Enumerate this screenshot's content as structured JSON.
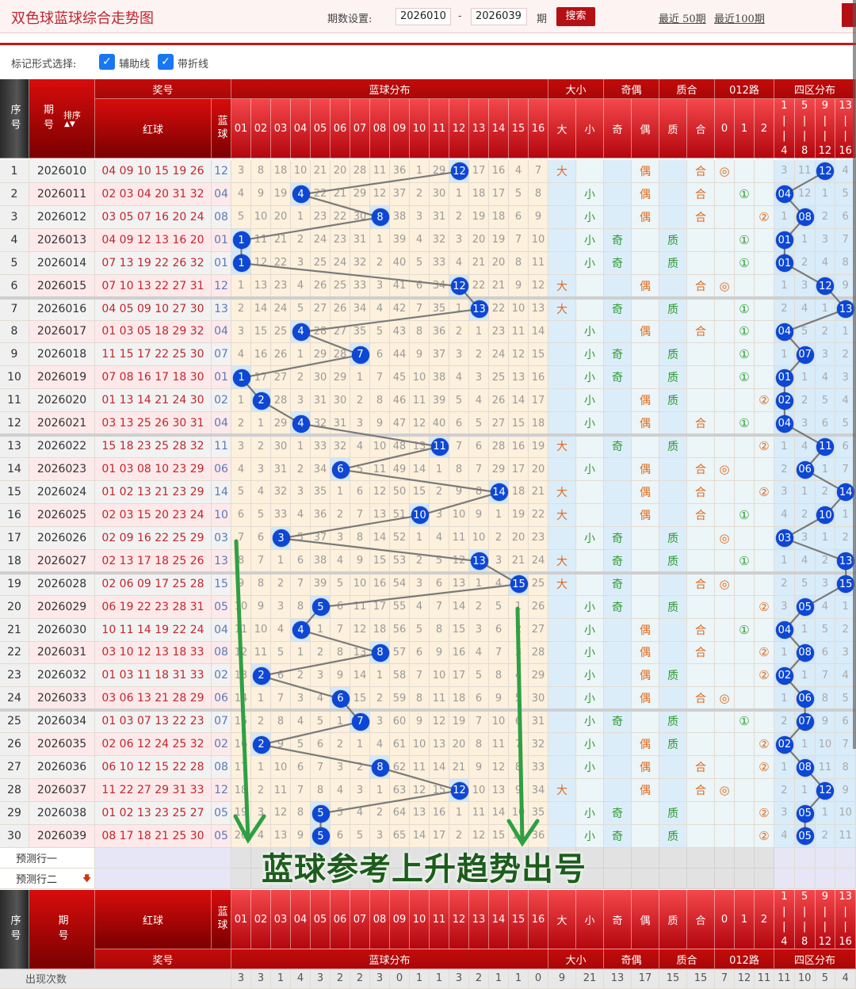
{
  "app": {
    "title": "双色球蓝球综合走势图"
  },
  "toolbar": {
    "period_label": "期数设置:",
    "from": "2026010",
    "dash": "-",
    "to": "2026039",
    "unit": "期",
    "search": "搜索",
    "recent50": "最近 50期",
    "recent100": "最近100期"
  },
  "options": {
    "label": "标记形式选择:",
    "aux_line": "辅助线",
    "fold_line": "带折线",
    "aux_checked": true,
    "fold_checked": true
  },
  "header": {
    "seq": "序号",
    "period": "期号",
    "sort": "排序",
    "prize": "奖号",
    "red": "红球",
    "blue": "蓝球",
    "blue_dist": "蓝球分布",
    "size": "大小",
    "parity": "奇偶",
    "prime": "质合",
    "road": "012路",
    "zones": "四区分布",
    "blue_cols": [
      "01",
      "02",
      "03",
      "04",
      "05",
      "06",
      "07",
      "08",
      "09",
      "10",
      "11",
      "12",
      "13",
      "14",
      "15",
      "16"
    ],
    "attr_cols": [
      "大",
      "小",
      "奇",
      "偶",
      "质",
      "合"
    ],
    "road_cols": [
      "0",
      "1",
      "2"
    ],
    "zone_cols": [
      [
        "1",
        "4"
      ],
      [
        "5",
        "8"
      ],
      [
        "9",
        "12"
      ],
      [
        "13",
        "16"
      ]
    ]
  },
  "colors": {
    "ball": "#0d47d6",
    "big": "#e06a1a",
    "small": "#2e9a2e",
    "header_red": "#c40a0a",
    "arrow": "#2ea043",
    "overlay_text": "#1d5c1d"
  },
  "rows": [
    {
      "n": "1",
      "p": "2026010",
      "r": "04 09 10 15 19 26",
      "b": "12",
      "o": [
        3,
        8,
        18,
        10,
        21,
        20,
        28,
        11,
        36,
        1,
        29,
        null,
        17,
        16,
        4,
        7
      ],
      "z": [
        3,
        11,
        null,
        4
      ],
      "s": "大",
      "oe": "偶",
      "pc": "合",
      "rd": "◎"
    },
    {
      "n": "2",
      "p": "2026011",
      "r": "02 03 04 20 31 32",
      "b": "04",
      "o": [
        4,
        9,
        19,
        null,
        22,
        21,
        29,
        12,
        37,
        2,
        30,
        1,
        18,
        17,
        5,
        8
      ],
      "z": [
        null,
        12,
        1,
        5
      ],
      "s": "小",
      "oe": "偶",
      "pc": "合",
      "rd": "①"
    },
    {
      "n": "3",
      "p": "2026012",
      "r": "03 05 07 16 20 24",
      "b": "08",
      "o": [
        5,
        10,
        20,
        1,
        23,
        22,
        30,
        null,
        38,
        3,
        31,
        2,
        19,
        18,
        6,
        9
      ],
      "z": [
        1,
        null,
        2,
        6
      ],
      "s": "小",
      "oe": "偶",
      "pc": "合",
      "rd": "②"
    },
    {
      "n": "4",
      "p": "2026013",
      "r": "04 09 12 13 16 20",
      "b": "01",
      "o": [
        null,
        11,
        21,
        2,
        24,
        23,
        31,
        1,
        39,
        4,
        32,
        3,
        20,
        19,
        7,
        10
      ],
      "z": [
        null,
        1,
        3,
        7
      ],
      "s": "小",
      "oe": "奇",
      "pc": "质",
      "rd": "①"
    },
    {
      "n": "5",
      "p": "2026014",
      "r": "07 13 19 22 26 32",
      "b": "01",
      "o": [
        null,
        12,
        22,
        3,
        25,
        24,
        32,
        2,
        40,
        5,
        33,
        4,
        21,
        20,
        8,
        11
      ],
      "z": [
        null,
        2,
        4,
        8
      ],
      "s": "小",
      "oe": "奇",
      "pc": "质",
      "rd": "①"
    },
    {
      "n": "6",
      "p": "2026015",
      "r": "07 10 13 22 27 31",
      "b": "12",
      "o": [
        1,
        13,
        23,
        4,
        26,
        25,
        33,
        3,
        41,
        6,
        34,
        null,
        22,
        21,
        9,
        12
      ],
      "z": [
        1,
        3,
        null,
        9
      ],
      "s": "大",
      "oe": "偶",
      "pc": "合",
      "rd": "◎"
    },
    {
      "n": "7",
      "p": "2026016",
      "r": "04 05 09 10 27 30",
      "b": "13",
      "o": [
        2,
        14,
        24,
        5,
        27,
        26,
        34,
        4,
        42,
        7,
        35,
        1,
        null,
        22,
        10,
        13
      ],
      "z": [
        2,
        4,
        1,
        null
      ],
      "s": "大",
      "oe": "奇",
      "pc": "质",
      "rd": "①"
    },
    {
      "n": "8",
      "p": "2026017",
      "r": "01 03 05 18 29 32",
      "b": "04",
      "o": [
        3,
        15,
        25,
        null,
        28,
        27,
        35,
        5,
        43,
        8,
        36,
        2,
        1,
        23,
        11,
        14
      ],
      "z": [
        null,
        5,
        2,
        1
      ],
      "s": "小",
      "oe": "偶",
      "pc": "合",
      "rd": "①"
    },
    {
      "n": "9",
      "p": "2026018",
      "r": "11 15 17 22 25 30",
      "b": "07",
      "o": [
        4,
        16,
        26,
        1,
        29,
        28,
        null,
        6,
        44,
        9,
        37,
        3,
        2,
        24,
        12,
        15
      ],
      "z": [
        1,
        null,
        3,
        2
      ],
      "s": "小",
      "oe": "奇",
      "pc": "质",
      "rd": "①"
    },
    {
      "n": "10",
      "p": "2026019",
      "r": "07 08 16 17 18 30",
      "b": "01",
      "o": [
        null,
        17,
        27,
        2,
        30,
        29,
        1,
        7,
        45,
        10,
        38,
        4,
        3,
        25,
        13,
        16
      ],
      "z": [
        null,
        1,
        4,
        3
      ],
      "s": "小",
      "oe": "奇",
      "pc": "质",
      "rd": "①"
    },
    {
      "n": "11",
      "p": "2026020",
      "r": "01 13 14 21 24 30",
      "b": "02",
      "o": [
        1,
        null,
        28,
        3,
        31,
        30,
        2,
        8,
        46,
        11,
        39,
        5,
        4,
        26,
        14,
        17
      ],
      "z": [
        null,
        2,
        5,
        4
      ],
      "s": "小",
      "oe": "偶",
      "pc": "质",
      "rd": "②"
    },
    {
      "n": "12",
      "p": "2026021",
      "r": "03 13 25 26 30 31",
      "b": "04",
      "o": [
        2,
        1,
        29,
        null,
        32,
        31,
        3,
        9,
        47,
        12,
        40,
        6,
        5,
        27,
        15,
        18
      ],
      "z": [
        null,
        3,
        6,
        5
      ],
      "s": "小",
      "oe": "偶",
      "pc": "合",
      "rd": "①"
    },
    {
      "n": "13",
      "p": "2026022",
      "r": "15 18 23 25 28 32",
      "b": "11",
      "o": [
        3,
        2,
        30,
        1,
        33,
        32,
        4,
        10,
        48,
        13,
        null,
        7,
        6,
        28,
        16,
        19
      ],
      "z": [
        1,
        4,
        null,
        6
      ],
      "s": "大",
      "oe": "奇",
      "pc": "质",
      "rd": "②"
    },
    {
      "n": "14",
      "p": "2026023",
      "r": "01 03 08 10 23 29",
      "b": "06",
      "o": [
        4,
        3,
        31,
        2,
        34,
        null,
        5,
        11,
        49,
        14,
        1,
        8,
        7,
        29,
        17,
        20
      ],
      "z": [
        2,
        null,
        1,
        7
      ],
      "s": "小",
      "oe": "偶",
      "pc": "合",
      "rd": "◎"
    },
    {
      "n": "15",
      "p": "2026024",
      "r": "01 02 13 21 23 29",
      "b": "14",
      "o": [
        5,
        4,
        32,
        3,
        35,
        1,
        6,
        12,
        50,
        15,
        2,
        9,
        8,
        null,
        18,
        21
      ],
      "z": [
        3,
        1,
        2,
        null
      ],
      "s": "大",
      "oe": "偶",
      "pc": "合",
      "rd": "②"
    },
    {
      "n": "16",
      "p": "2026025",
      "r": "02 03 15 20 23 24",
      "b": "10",
      "o": [
        6,
        5,
        33,
        4,
        36,
        2,
        7,
        13,
        51,
        null,
        3,
        10,
        9,
        1,
        19,
        22
      ],
      "z": [
        4,
        2,
        null,
        1
      ],
      "s": "大",
      "oe": "偶",
      "pc": "合",
      "rd": "①"
    },
    {
      "n": "17",
      "p": "2026026",
      "r": "02 09 16 22 25 29",
      "b": "03",
      "o": [
        7,
        6,
        null,
        5,
        37,
        3,
        8,
        14,
        52,
        1,
        4,
        11,
        10,
        2,
        20,
        23
      ],
      "z": [
        null,
        3,
        1,
        2
      ],
      "s": "小",
      "oe": "奇",
      "pc": "质",
      "rd": "◎"
    },
    {
      "n": "18",
      "p": "2026027",
      "r": "02 13 17 18 25 26",
      "b": "13",
      "o": [
        8,
        7,
        1,
        6,
        38,
        4,
        9,
        15,
        53,
        2,
        5,
        12,
        null,
        3,
        21,
        24
      ],
      "z": [
        1,
        4,
        2,
        null
      ],
      "s": "大",
      "oe": "奇",
      "pc": "质",
      "rd": "①"
    },
    {
      "n": "19",
      "p": "2026028",
      "r": "02 06 09 17 25 28",
      "b": "15",
      "o": [
        9,
        8,
        2,
        7,
        39,
        5,
        10,
        16,
        54,
        3,
        6,
        13,
        1,
        4,
        null,
        25
      ],
      "z": [
        2,
        5,
        3,
        null
      ],
      "s": "大",
      "oe": "奇",
      "pc": "合",
      "rd": "◎"
    },
    {
      "n": "20",
      "p": "2026029",
      "r": "06 19 22 23 28 31",
      "b": "05",
      "o": [
        10,
        9,
        3,
        8,
        null,
        6,
        11,
        17,
        55,
        4,
        7,
        14,
        2,
        5,
        1,
        26
      ],
      "z": [
        3,
        null,
        4,
        1
      ],
      "s": "小",
      "oe": "奇",
      "pc": "质",
      "rd": "②"
    },
    {
      "n": "21",
      "p": "2026030",
      "r": "10 11 14 19 22 24",
      "b": "04",
      "o": [
        11,
        10,
        4,
        null,
        1,
        7,
        12,
        18,
        56,
        5,
        8,
        15,
        3,
        6,
        2,
        27
      ],
      "z": [
        null,
        1,
        5,
        2
      ],
      "s": "小",
      "oe": "偶",
      "pc": "合",
      "rd": "①"
    },
    {
      "n": "22",
      "p": "2026031",
      "r": "03 10 12 13 18 33",
      "b": "08",
      "o": [
        12,
        11,
        5,
        1,
        2,
        8,
        13,
        null,
        57,
        6,
        9,
        16,
        4,
        7,
        3,
        28
      ],
      "z": [
        1,
        null,
        6,
        3
      ],
      "s": "小",
      "oe": "偶",
      "pc": "合",
      "rd": "②"
    },
    {
      "n": "23",
      "p": "2026032",
      "r": "01 03 11 18 31 33",
      "b": "02",
      "o": [
        13,
        null,
        6,
        2,
        3,
        9,
        14,
        1,
        58,
        7,
        10,
        17,
        5,
        8,
        4,
        29
      ],
      "z": [
        null,
        1,
        7,
        4
      ],
      "s": "小",
      "oe": "偶",
      "pc": "质",
      "rd": "②"
    },
    {
      "n": "24",
      "p": "2026033",
      "r": "03 06 13 21 28 29",
      "b": "06",
      "o": [
        14,
        1,
        7,
        3,
        4,
        null,
        15,
        2,
        59,
        8,
        11,
        18,
        6,
        9,
        5,
        30
      ],
      "z": [
        1,
        null,
        8,
        5
      ],
      "s": "小",
      "oe": "偶",
      "pc": "合",
      "rd": "◎"
    },
    {
      "n": "25",
      "p": "2026034",
      "r": "01 03 07 13 22 23",
      "b": "07",
      "o": [
        15,
        2,
        8,
        4,
        5,
        1,
        null,
        3,
        60,
        9,
        12,
        19,
        7,
        10,
        6,
        31
      ],
      "z": [
        2,
        null,
        9,
        6
      ],
      "s": "小",
      "oe": "奇",
      "pc": "质",
      "rd": "①"
    },
    {
      "n": "26",
      "p": "2026035",
      "r": "02 06 12 24 25 32",
      "b": "02",
      "o": [
        16,
        null,
        9,
        5,
        6,
        2,
        1,
        4,
        61,
        10,
        13,
        20,
        8,
        11,
        7,
        32
      ],
      "z": [
        null,
        1,
        10,
        7
      ],
      "s": "小",
      "oe": "偶",
      "pc": "质",
      "rd": "②"
    },
    {
      "n": "27",
      "p": "2026036",
      "r": "06 10 12 15 22 28",
      "b": "08",
      "o": [
        17,
        1,
        10,
        6,
        7,
        3,
        2,
        null,
        62,
        11,
        14,
        21,
        9,
        12,
        8,
        33
      ],
      "z": [
        1,
        null,
        11,
        8
      ],
      "s": "小",
      "oe": "偶",
      "pc": "合",
      "rd": "②"
    },
    {
      "n": "28",
      "p": "2026037",
      "r": "11 22 27 29 31 33",
      "b": "12",
      "o": [
        18,
        2,
        11,
        7,
        8,
        4,
        3,
        1,
        63,
        12,
        15,
        null,
        10,
        13,
        9,
        34
      ],
      "z": [
        2,
        1,
        null,
        9
      ],
      "s": "大",
      "oe": "偶",
      "pc": "合",
      "rd": "◎"
    },
    {
      "n": "29",
      "p": "2026038",
      "r": "01 02 13 23 25 27",
      "b": "05",
      "o": [
        19,
        3,
        12,
        8,
        null,
        5,
        4,
        2,
        64,
        13,
        16,
        1,
        11,
        14,
        10,
        35
      ],
      "z": [
        3,
        null,
        1,
        10
      ],
      "s": "小",
      "oe": "奇",
      "pc": "质",
      "rd": "②"
    },
    {
      "n": "30",
      "p": "2026039",
      "r": "08 17 18 21 25 30",
      "b": "05",
      "o": [
        20,
        4,
        13,
        9,
        null,
        6,
        5,
        3,
        65,
        14,
        17,
        2,
        12,
        15,
        11,
        36
      ],
      "z": [
        4,
        null,
        2,
        11
      ],
      "s": "小",
      "oe": "奇",
      "pc": "质",
      "rd": "②"
    }
  ],
  "predict": {
    "row1": "预测行一",
    "row2": "预测行二"
  },
  "counts": {
    "label": "出现次数",
    "blue": [
      3,
      3,
      1,
      4,
      3,
      2,
      2,
      3,
      0,
      1,
      1,
      3,
      2,
      1,
      1,
      0
    ],
    "attrs": [
      9,
      21,
      13,
      17,
      15,
      15
    ],
    "road": [
      7,
      12,
      11
    ],
    "zones": [
      11,
      10,
      5,
      4
    ]
  },
  "annotation": {
    "text": "蓝球参考上升趋势出号"
  }
}
